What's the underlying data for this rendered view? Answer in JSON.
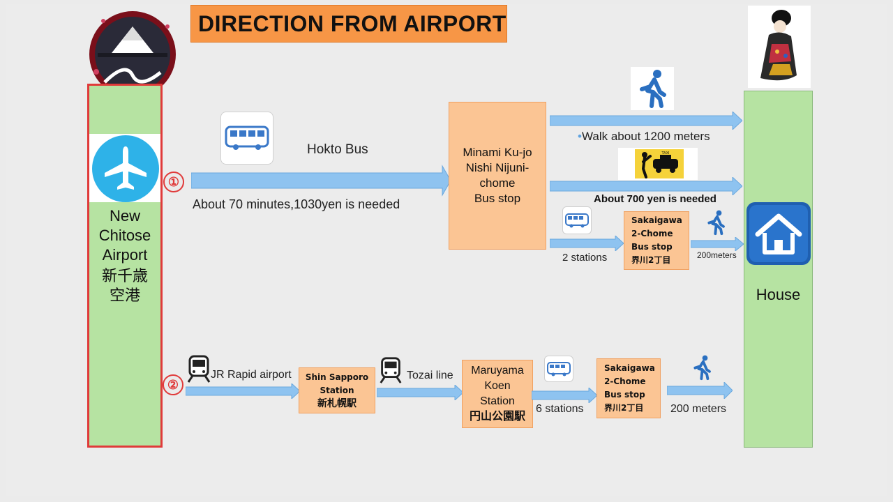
{
  "title": "DIRECTION FROM AIRPORT",
  "airport": {
    "lines": [
      "New",
      "Chitose",
      "Airport",
      "新千歳",
      "空港"
    ]
  },
  "house": {
    "label": "House"
  },
  "route1": {
    "number": "①",
    "bus_label": "Hokto Bus",
    "time_label": "About 70 minutes,1030yen is needed",
    "stop_lines": [
      "Minami Ku-jo",
      "Nishi Nijuni-",
      "chome",
      "Bus stop"
    ],
    "walk_label": "Walk about 1200 meters",
    "taxi_label": "About 700 yen is needed",
    "bus2_label": "2 stations",
    "stop2_lines": [
      "Sakaigawa",
      "2-Chome",
      "Bus stop",
      "界川2丁目"
    ],
    "walk2_label": "200meters",
    "taxi_sign": "TAXI"
  },
  "route2": {
    "number": "②",
    "jr_label": "JR Rapid airport",
    "station1_lines": [
      "Shin Sapporo",
      "Station",
      "新札幌駅"
    ],
    "tozai_label": "Tozai line",
    "station2_lines": [
      "Maruyama",
      "Koen",
      "Station",
      "円山公園駅"
    ],
    "bus_label": "6 stations",
    "stop_lines": [
      "Sakaigawa",
      "2-Chome",
      "Bus stop",
      "界川2丁目"
    ],
    "walk_label": "200 meters"
  },
  "colors": {
    "arrow": "#8ec3f0",
    "orange": "#fbc594",
    "green": "#b6e3a2",
    "red": "#e03a3a",
    "title": "#f79646"
  }
}
